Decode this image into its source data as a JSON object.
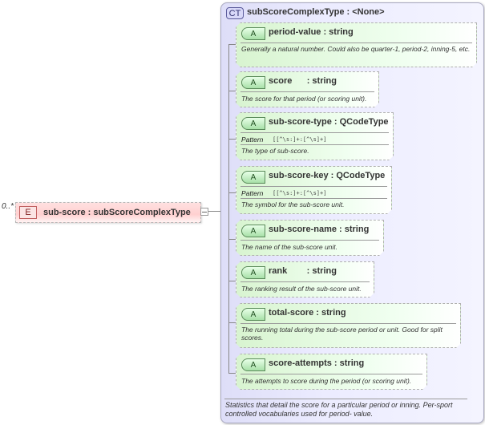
{
  "element": {
    "multiplicity": "0..*",
    "badge": "E",
    "name": "sub-score",
    "type": "subScoreComplexType",
    "title": "sub-score : subScoreComplexType"
  },
  "complex_type": {
    "badge": "CT",
    "title": "subScoreComplexType : <None>",
    "description": "Statistics that detail the score for a particular period or inning. Per-sport controlled vocabularies used for period- value."
  },
  "attributes": [
    {
      "badge": "A",
      "title": "period-value : string",
      "description": "Generally a natural number. Could also be quarter-1, period-2, inning-5, etc."
    },
    {
      "badge": "A",
      "title": "score      : string",
      "description": "The score for that period (or scoring unit)."
    },
    {
      "badge": "A",
      "title": "sub-score-type : QCodeType",
      "pattern_label": "Pattern",
      "pattern": "[[^\\s:]+:[^\\s]+]",
      "description": "The type of sub-score."
    },
    {
      "badge": "A",
      "title": "sub-score-key : QCodeType",
      "pattern_label": "Pattern",
      "pattern": "[[^\\s:]+:[^\\s]+]",
      "description": "The symbol for the sub-score unit."
    },
    {
      "badge": "A",
      "title": "sub-score-name : string",
      "description": "The name of the sub-score unit."
    },
    {
      "badge": "A",
      "title": "rank        : string",
      "description": "The ranking result of the sub-score unit."
    },
    {
      "badge": "A",
      "title": "total-score : string",
      "description": "The running total during the sub-score period or unit. Good for split scores."
    },
    {
      "badge": "A",
      "title": "score-attempts : string",
      "description": "The attempts to score during the period (or scoring unit)."
    }
  ],
  "colors": {
    "element_fill": "#ffd8d8",
    "complex_type_fill": "#e8e8ff",
    "attribute_fill": "#e4fae0"
  }
}
